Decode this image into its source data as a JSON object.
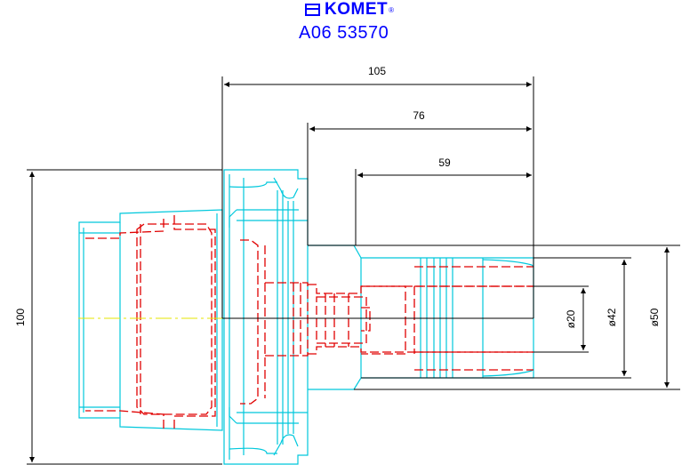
{
  "header": {
    "brand": "KOMET",
    "registered_mark": "®",
    "part_number": "A06 53570"
  },
  "dimensions": {
    "length_overall": "105",
    "length_mid": "76",
    "length_short": "59",
    "height_total": "100",
    "dia_small": "ø20",
    "dia_mid": "ø42",
    "dia_large": "ø50"
  },
  "colors": {
    "brand": "#0000ff",
    "outline": "#00c8dc",
    "hidden": "#e00000",
    "centerline": "#e6e600",
    "dimension": "#000000"
  },
  "icons": {
    "logo_mark": "komet-box-icon"
  }
}
